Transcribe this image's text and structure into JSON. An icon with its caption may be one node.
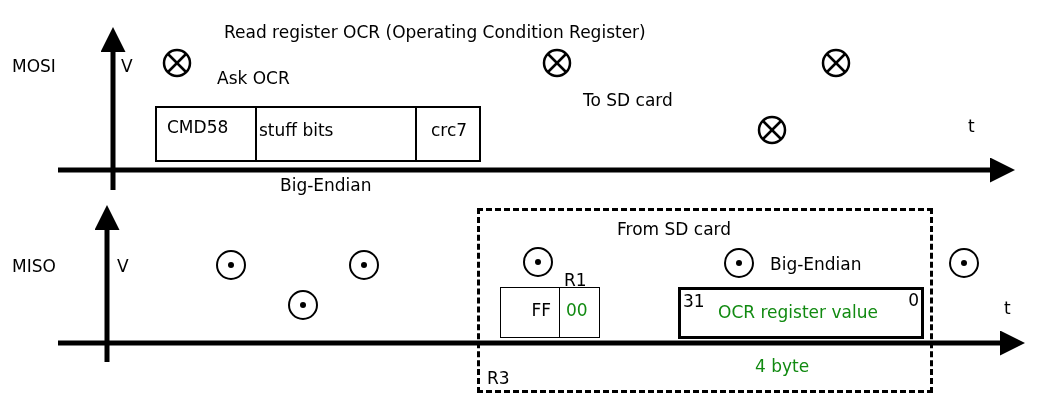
{
  "diagram": {
    "title": "Read register OCR (Operating Condition Register)",
    "nodes": [
      {
        "text": [
          "CMD58"
        ]
      },
      {
        "text": [
          "stuff bits"
        ]
      },
      {
        "text": [
          "crc7"
        ]
      },
      {
        "text": [
          "From SD card",
          "R3"
        ]
      },
      {
        "text": [
          "FF"
        ],
        "in": 3
      },
      {
        "text": [
          "00"
        ],
        "in": 3
      },
      {
        "text": [
          "31",
          "OCR register value",
          "0"
        ],
        "in": 3
      }
    ],
    "labels": [
      "MOSI",
      "V",
      "Ask OCR",
      "To SD card",
      "t",
      "Big-Endian",
      "MISO",
      "V",
      "R1",
      "Big-Endian",
      "t",
      "4 byte"
    ]
  }
}
